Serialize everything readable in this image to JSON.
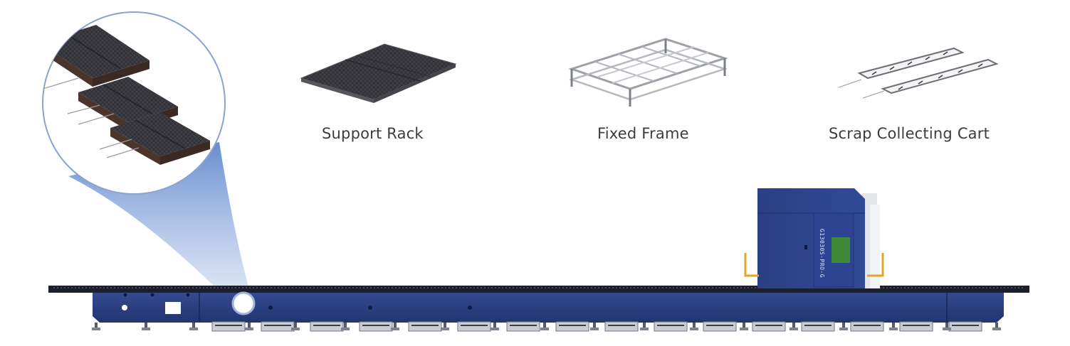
{
  "accessories": [
    {
      "label": "Support Rack",
      "icon": "support-rack-icon"
    },
    {
      "label": "Fixed Frame",
      "icon": "fixed-frame-icon"
    },
    {
      "label": "Scrap Collecting Cart",
      "icon": "scrap-collecting-cart-icon"
    }
  ],
  "machine": {
    "model_label": "G13030S-PRO-G"
  },
  "colors": {
    "machine_blue": "#2e4488",
    "machine_dark": "#1d2c63",
    "accent_yellow": "#e0a52a",
    "panel_green": "#3f8a3a",
    "callout_blue": "#3a55a8"
  }
}
